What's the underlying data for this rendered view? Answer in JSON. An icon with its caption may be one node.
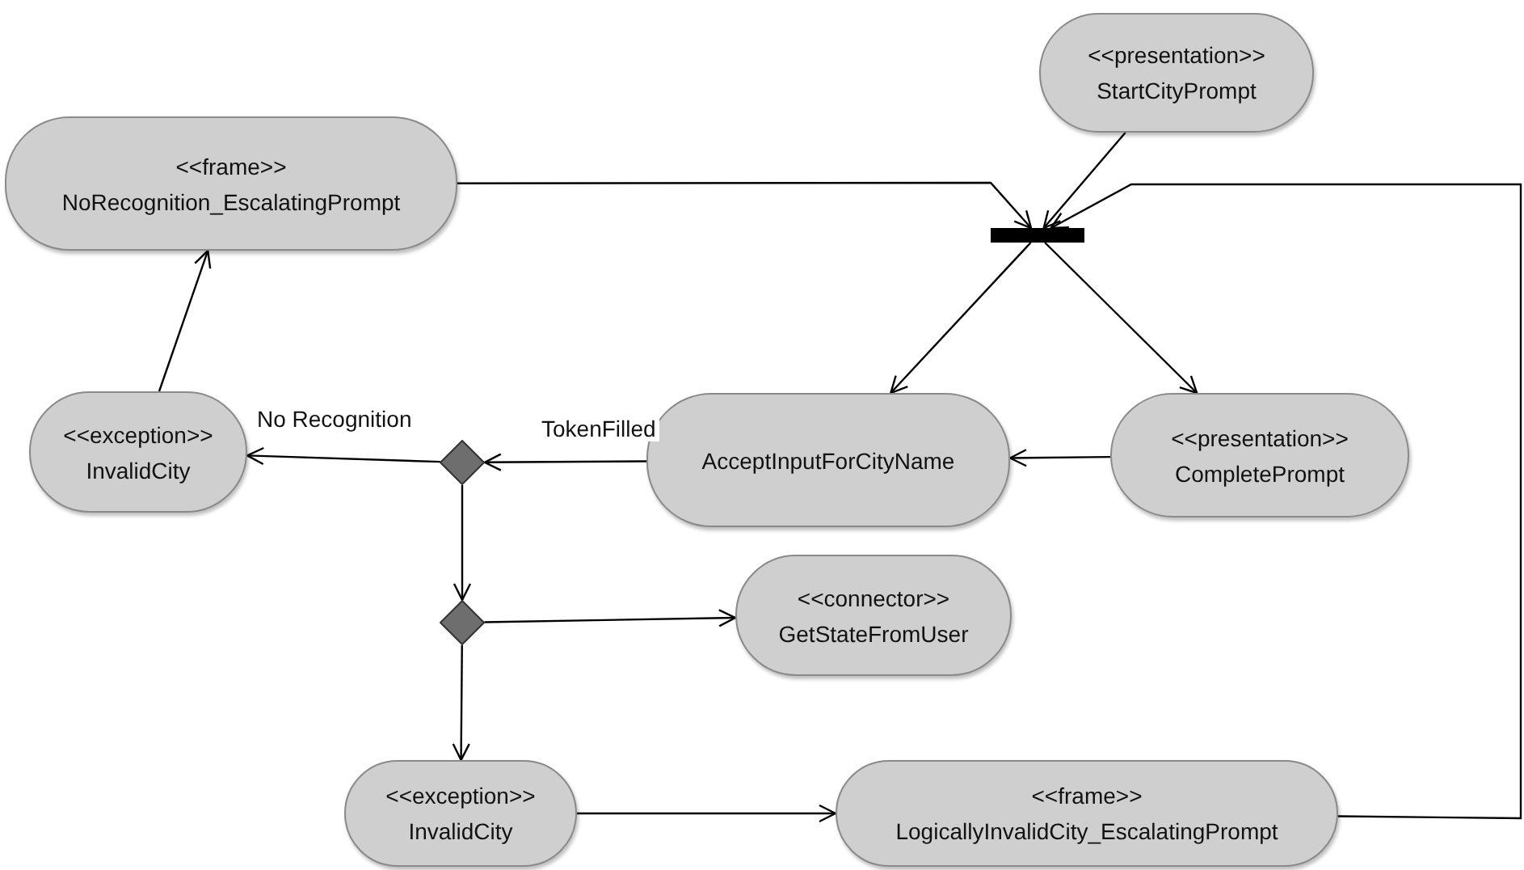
{
  "diagram": {
    "nodes": [
      {
        "text": [
          "<<frame>>",
          "NoRecognition_EscalatingPrompt"
        ]
      },
      {
        "text": [
          "<<presentation>>",
          "StartCityPrompt"
        ]
      },
      {
        "text": [],
        "shape": "bar"
      },
      {
        "text": [
          "<<exception>>",
          "InvalidCity"
        ]
      },
      {
        "text": [],
        "shape": "diamond"
      },
      {
        "text": [
          "AcceptInputForCityName"
        ]
      },
      {
        "text": [
          "<<presentation>>",
          "CompletePrompt"
        ]
      },
      {
        "text": [],
        "shape": "diamond"
      },
      {
        "text": [
          "<<connector>>",
          "GetStateFromUser"
        ]
      },
      {
        "text": [
          "<<exception>>",
          "InvalidCity"
        ]
      },
      {
        "text": [
          "<<frame>>",
          "LogicallyInvalidCity_EscalatingPrompt"
        ]
      }
    ],
    "edges": [
      {
        "from": 0,
        "to": 2,
        "arrow": "to"
      },
      {
        "from": 1,
        "to": 2,
        "arrow": "to"
      },
      {
        "from": 10,
        "to": 2,
        "arrow": "to"
      },
      {
        "from": 2,
        "to": 5,
        "arrow": "to"
      },
      {
        "from": 2,
        "to": 6,
        "arrow": "to"
      },
      {
        "from": 6,
        "to": 5,
        "arrow": "to"
      },
      {
        "from": 5,
        "to": 4,
        "arrow": "to",
        "label": "TokenFilled"
      },
      {
        "from": 4,
        "to": 3,
        "arrow": "to",
        "label": "No Recognition"
      },
      {
        "from": 3,
        "to": 0,
        "arrow": "to"
      },
      {
        "from": 4,
        "to": 7,
        "arrow": "to"
      },
      {
        "from": 7,
        "to": 8,
        "arrow": "to"
      },
      {
        "from": 7,
        "to": 9,
        "arrow": "to"
      },
      {
        "from": 9,
        "to": 10,
        "arrow": "to"
      }
    ]
  }
}
